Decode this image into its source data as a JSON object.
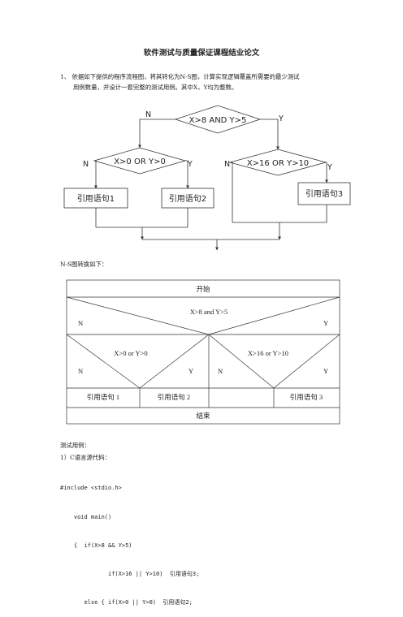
{
  "document": {
    "title": "软件测试与质量保证课程结业论文",
    "question": {
      "line1": "1、 依据如下提供的程序流程图，将其转化为N-S图，计算实现逻辑覆盖所需要的最少测试",
      "line2": "用例数量，并设计一套完整的测试用例。其中X，Y均为整数。"
    },
    "flowchart": {
      "main_condition": "X>8 AND Y>5",
      "left_condition": "X>0 OR Y>0",
      "right_condition": "X>16 OR Y>10",
      "n_label": "N",
      "y_label": "Y",
      "stmt1": "引用语句1",
      "stmt2": "引用语句2",
      "stmt3": "引用语句3"
    },
    "ns_caption": "N-S图转换如下：",
    "ns": {
      "start": "开始",
      "main_condition": "X>8 and Y>5",
      "left_condition": "X>0 or Y>0",
      "right_condition": "X>16 or Y>10",
      "n_label": "N",
      "y_label": "Y",
      "stmt1": "引用语句 1",
      "stmt2": "引用语句 2",
      "stmt3": "引用语句 3",
      "end": "结束"
    },
    "tests_heading": "测试用例：",
    "code_heading": "1）C语言源代码：",
    "code_lines": [
      "#include <stdio.h>",
      "    void main()",
      "    {  if(X>8 && Y>5)",
      "              if(X>16 || Y>10)  引用语句3;",
      "       else { if(X>0 || Y>0)  引用语句2;"
    ]
  }
}
